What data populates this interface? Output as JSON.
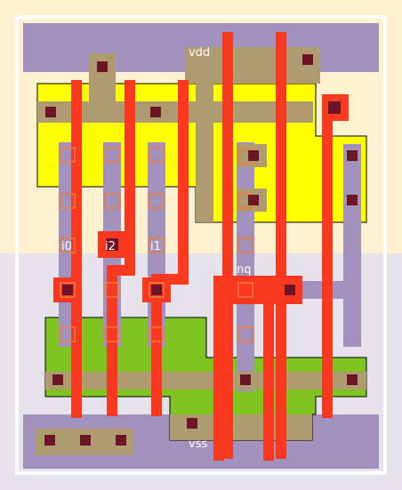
{
  "colors": {
    "nwell": "#fdf1cf",
    "pwell": "#e5e2ea",
    "frame": "#ffffff",
    "pdiff": "#ffff00",
    "ndiff": "#80c422",
    "poly": "#f8381f",
    "metal1": "#a290bd",
    "metal_overlap": "#ae9b6f",
    "contact": "#6b1527",
    "via_outline": "#ef7a3e"
  },
  "labels": {
    "vdd": "vdd",
    "vss": "vss",
    "i0": "i0",
    "i1": "i1",
    "i2": "i2",
    "nq": "nq"
  }
}
